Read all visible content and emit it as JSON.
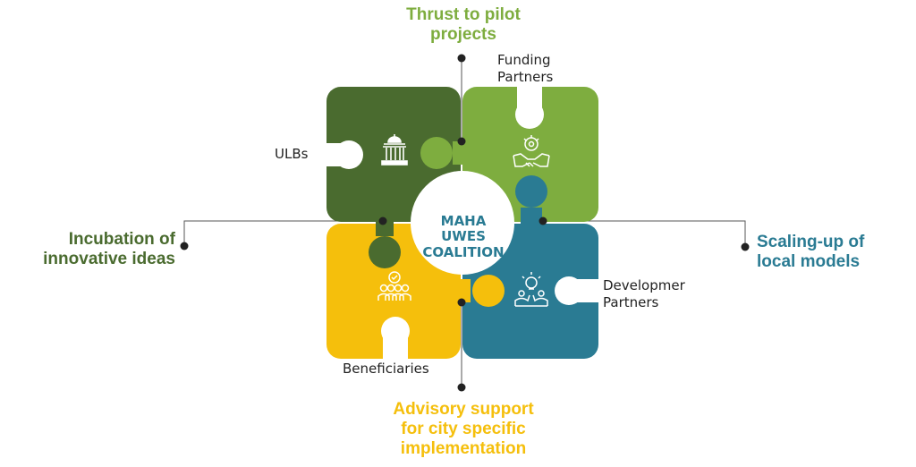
{
  "center": {
    "line1": "MAHA",
    "line2": "UWES",
    "line3": "COALITION",
    "color": "#2a7b93"
  },
  "pieces": [
    {
      "name": "ULBs",
      "color": "#4a6b2f",
      "icon": "government-building-icon"
    },
    {
      "name": "Funding Partners",
      "color": "#7ead3f",
      "icon": "handshake-gear-icon"
    },
    {
      "name": "Beneficiaries",
      "color": "#f5bf0c",
      "icon": "people-group-check-icon"
    },
    {
      "name": "Developmer Partners",
      "color": "#2a7b93",
      "icon": "lightbulb-people-icon"
    }
  ],
  "labels": {
    "funding_1": "Funding",
    "funding_2": "Partners",
    "ulbs": "ULBs",
    "dev_1": "Developmer",
    "dev_2": "Partners",
    "beneficiaries": "Beneficiaries"
  },
  "outcomes": {
    "top": {
      "line1": "Thrust to pilot",
      "line2": "projects",
      "color": "#7ead3f"
    },
    "left": {
      "line1": "Incubation of",
      "line2": "innovative ideas",
      "color": "#4a6b2f"
    },
    "right": {
      "line1": "Scaling-up of",
      "line2": "local models",
      "color": "#2a7b93"
    },
    "bottom": {
      "line1": "Advisory support",
      "line2": "for city specific",
      "line3": "implementation",
      "color": "#f5bf0c"
    }
  }
}
